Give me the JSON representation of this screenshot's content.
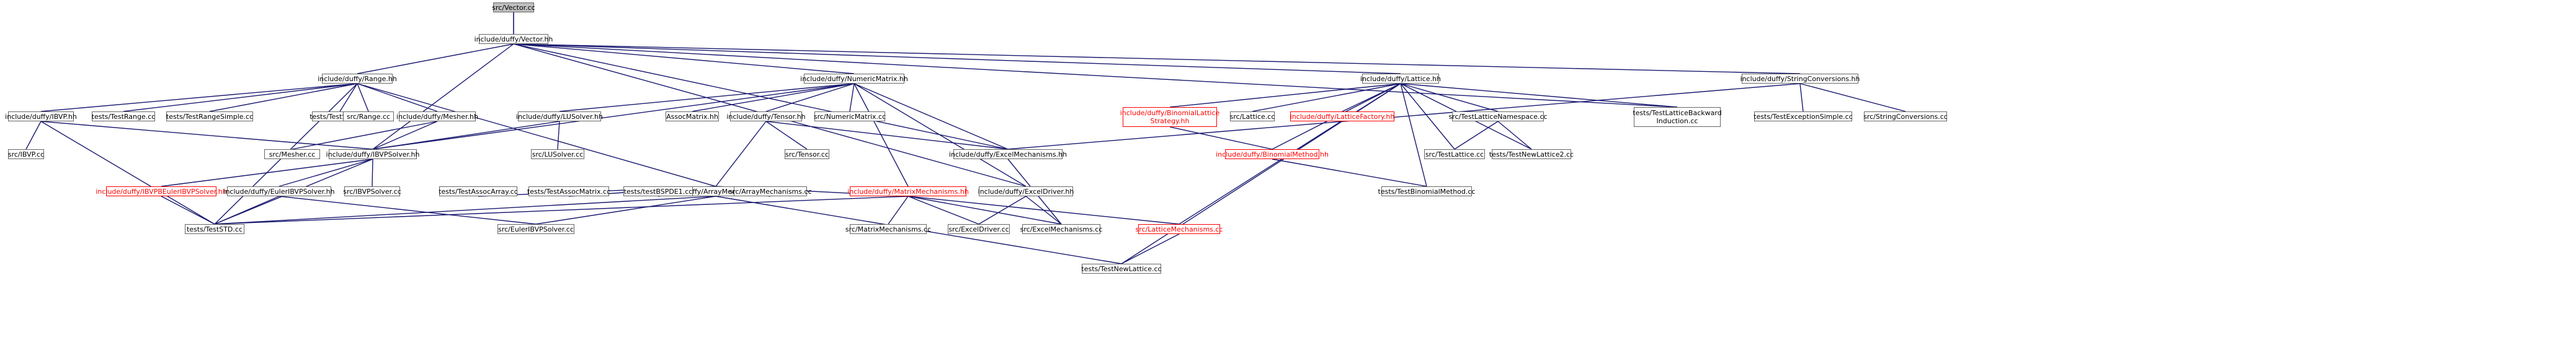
{
  "colors": {
    "edge": "#191970",
    "node_border": "#666666",
    "red_node": "#ff0000",
    "root_fill": "#bfbfbf"
  },
  "nodes": [
    {
      "id": "vector_cc",
      "label": "src/Vector.cc",
      "root": true
    },
    {
      "id": "vector_hh",
      "label": "include/duffy/Vector.hh"
    },
    {
      "id": "range_hh",
      "label": "include/duffy/Range.hh"
    },
    {
      "id": "numericmatrix_hh",
      "label": "include/duffy/NumericMatrix.hh"
    },
    {
      "id": "lattice_hh",
      "label": "include/duffy/Lattice.hh"
    },
    {
      "id": "stringconv_hh",
      "label": "include/duffy/StringConversions.hh"
    },
    {
      "id": "ibvp_hh",
      "label": "include/duffy/IBVP.hh"
    },
    {
      "id": "testrange_cc",
      "label": "tests/TestRange.cc"
    },
    {
      "id": "testrangesimple_cc",
      "label": "tests/TestRangeSimple.cc"
    },
    {
      "id": "testswap_cc",
      "label": "tests/TestSwap.cc"
    },
    {
      "id": "range_cc",
      "label": "src/Range.cc"
    },
    {
      "id": "mesher_hh",
      "label": "include/duffy/Mesher.hh"
    },
    {
      "id": "lusolver_hh",
      "label": "include/duffy/LUSolver.hh"
    },
    {
      "id": "assocmatrix_hh",
      "label": "AssocMatrix.hh"
    },
    {
      "id": "tensor_hh",
      "label": "include/duffy/Tensor.hh"
    },
    {
      "id": "numericmatrix_cc",
      "label": "src/NumericMatrix.cc"
    },
    {
      "id": "binomiallattice_hh",
      "label": "include/duffy/BinomialLattice\nStrategy.hh",
      "red": true
    },
    {
      "id": "lattice_cc",
      "label": "src/Lattice.cc"
    },
    {
      "id": "latticefactory_hh",
      "label": "include/duffy/LatticeFactory.hh",
      "red": true
    },
    {
      "id": "testlatticens_cc",
      "label": "src/TestLatticeNamespace.cc"
    },
    {
      "id": "testlatticebi_cc",
      "label": "tests/TestLatticeBackward\nInduction.cc"
    },
    {
      "id": "testexceptionsimple_cc",
      "label": "tests/TestExceptionSimple.cc"
    },
    {
      "id": "stringconv_cc",
      "label": "src/StringConversions.cc"
    },
    {
      "id": "ibvp_cc",
      "label": "src/IBVP.cc"
    },
    {
      "id": "mesher_cc",
      "label": "src/Mesher.cc"
    },
    {
      "id": "ibvpsolver_hh",
      "label": "include/duffy/IBVPSolver.hh"
    },
    {
      "id": "lusolver_cc",
      "label": "src/LUSolver.cc"
    },
    {
      "id": "arraymech_hh",
      "label": "include/duffy/ArrayMechanisms.hh"
    },
    {
      "id": "tensor_cc",
      "label": "src/Tensor.cc"
    },
    {
      "id": "excelmech_hh",
      "label": "include/duffy/ExcelMechanisms.hh"
    },
    {
      "id": "binomialmethod_hh",
      "label": "include/duffy/BinomialMethod.hh",
      "red": true
    },
    {
      "id": "testlattice_cc",
      "label": "src/TestLattice.cc"
    },
    {
      "id": "testnewlattice2_cc",
      "label": "tests/TestNewLattice2.cc"
    },
    {
      "id": "ibvpsolver_cc",
      "label": "src/IBVPSolver.cc"
    },
    {
      "id": "testassocarray_cc",
      "label": "tests/TestAssocArray.cc"
    },
    {
      "id": "testassocmatrix_cc",
      "label": "tests/TestAssocMatrix.cc"
    },
    {
      "id": "testbspde1_cc",
      "label": "tests/testBSPDE1.cc"
    },
    {
      "id": "arraymech_cc",
      "label": "src/ArrayMechanisms.cc"
    },
    {
      "id": "matrixmech_hh",
      "label": "include/duffy/MatrixMechanisms.hh",
      "red": true
    },
    {
      "id": "exceldriver_hh",
      "label": "include/duffy/ExcelDriver.hh"
    },
    {
      "id": "testbinomialmethod_cc",
      "label": "tests/TestBinomialMethod.cc"
    },
    {
      "id": "ibvpbe_hh",
      "label": "include/duffy/IBVPBEulerIBVPSolver.hh",
      "red": true
    },
    {
      "id": "ibvpeuler_hh",
      "label": "include/duffy/EulerIBVPSolver.hh"
    },
    {
      "id": "teststd_cc",
      "label": "tests/TestSTD.cc"
    },
    {
      "id": "eulerbvpsolver_cc",
      "label": "src/EulerIBVPSolver.cc"
    },
    {
      "id": "matrixmech_cc",
      "label": "src/MatrixMechanisms.cc"
    },
    {
      "id": "exceldriver_cc",
      "label": "src/ExcelDriver.cc"
    },
    {
      "id": "excelmech_cc",
      "label": "src/ExcelMechanisms.cc"
    },
    {
      "id": "latticemech_cc",
      "label": "src/LatticeMechanisms.cc",
      "red": true
    },
    {
      "id": "testnewlattice_cc",
      "label": "tests/TestNewLattice.cc"
    }
  ],
  "edges": [
    [
      "vector_cc",
      "vector_hh"
    ],
    [
      "vector_hh",
      "vector_cc"
    ],
    [
      "vector_hh",
      "range_hh"
    ],
    [
      "vector_hh",
      "numericmatrix_hh"
    ],
    [
      "vector_hh",
      "lattice_hh"
    ],
    [
      "vector_hh",
      "stringconv_hh"
    ],
    [
      "vector_hh",
      "excelmech_hh"
    ],
    [
      "vector_hh",
      "exceldriver_hh"
    ],
    [
      "vector_hh",
      "testlatticebi_cc"
    ],
    [
      "vector_hh",
      "ibvpsolver_hh"
    ],
    [
      "range_hh",
      "ibvp_hh"
    ],
    [
      "range_hh",
      "testrange_cc"
    ],
    [
      "range_hh",
      "testrangesimple_cc"
    ],
    [
      "range_hh",
      "testswap_cc"
    ],
    [
      "range_hh",
      "range_cc"
    ],
    [
      "range_hh",
      "mesher_hh"
    ],
    [
      "range_hh",
      "arraymech_hh"
    ],
    [
      "range_hh",
      "teststd_cc"
    ],
    [
      "numericmatrix_hh",
      "lusolver_hh"
    ],
    [
      "numericmatrix_hh",
      "assocmatrix_hh"
    ],
    [
      "numericmatrix_hh",
      "tensor_hh"
    ],
    [
      "numericmatrix_hh",
      "numericmatrix_cc"
    ],
    [
      "numericmatrix_hh",
      "excelmech_hh"
    ],
    [
      "numericmatrix_hh",
      "matrixmech_hh"
    ],
    [
      "numericmatrix_hh",
      "exceldriver_hh"
    ],
    [
      "numericmatrix_hh",
      "ibvpsolver_hh"
    ],
    [
      "lattice_hh",
      "binomiallattice_hh"
    ],
    [
      "lattice_hh",
      "lattice_cc"
    ],
    [
      "lattice_hh",
      "latticefactory_hh"
    ],
    [
      "lattice_hh",
      "testlatticens_cc"
    ],
    [
      "lattice_hh",
      "testlatticebi_cc"
    ],
    [
      "lattice_hh",
      "binomialmethod_hh"
    ],
    [
      "lattice_hh",
      "testlattice_cc"
    ],
    [
      "lattice_hh",
      "testnewlattice2_cc"
    ],
    [
      "lattice_hh",
      "latticemech_cc"
    ],
    [
      "lattice_hh",
      "testnewlattice_cc"
    ],
    [
      "lattice_hh",
      "testbinomialmethod_cc"
    ],
    [
      "stringconv_hh",
      "testexceptionsimple_cc"
    ],
    [
      "stringconv_hh",
      "stringconv_cc"
    ],
    [
      "stringconv_hh",
      "excelmech_hh"
    ],
    [
      "ibvp_hh",
      "ibvp_cc"
    ],
    [
      "ibvp_hh",
      "ibvpsolver_hh"
    ],
    [
      "ibvp_hh",
      "teststd_cc"
    ],
    [
      "mesher_hh",
      "mesher_cc"
    ],
    [
      "mesher_hh",
      "ibvpsolver_hh"
    ],
    [
      "lusolver_hh",
      "lusolver_cc"
    ],
    [
      "lusolver_hh",
      "ibvpsolver_hh"
    ],
    [
      "tensor_hh",
      "arraymech_hh"
    ],
    [
      "tensor_hh",
      "tensor_cc"
    ],
    [
      "tensor_hh",
      "excelmech_hh"
    ],
    [
      "binomiallattice_hh",
      "binomialmethod_hh"
    ],
    [
      "testlatticens_cc",
      "testlattice_cc"
    ],
    [
      "testlatticens_cc",
      "testnewlattice2_cc"
    ],
    [
      "binomialmethod_hh",
      "testbinomialmethod_cc"
    ],
    [
      "ibvpsolver_hh",
      "ibvpsolver_cc"
    ],
    [
      "ibvpsolver_hh",
      "ibvpbe_hh"
    ],
    [
      "ibvpsolver_hh",
      "ibvpeuler_hh"
    ],
    [
      "ibvpsolver_hh",
      "teststd_cc"
    ],
    [
      "arraymech_hh",
      "testassocarray_cc"
    ],
    [
      "arraymech_hh",
      "testassocmatrix_cc"
    ],
    [
      "arraymech_hh",
      "testbspde1_cc"
    ],
    [
      "arraymech_hh",
      "arraymech_cc"
    ],
    [
      "arraymech_hh",
      "matrixmech_hh"
    ],
    [
      "arraymech_hh",
      "eulerbvpsolver_cc"
    ],
    [
      "arraymech_hh",
      "teststd_cc"
    ],
    [
      "arraymech_hh",
      "testnewlattice_cc"
    ],
    [
      "excelmech_hh",
      "excelmech_cc"
    ],
    [
      "matrixmech_hh",
      "matrixmech_cc"
    ],
    [
      "matrixmech_hh",
      "exceldriver_cc"
    ],
    [
      "matrixmech_hh",
      "excelmech_cc"
    ],
    [
      "matrixmech_hh",
      "latticemech_cc"
    ],
    [
      "matrixmech_hh",
      "teststd_cc"
    ],
    [
      "exceldriver_hh",
      "exceldriver_cc"
    ],
    [
      "exceldriver_hh",
      "excelmech_cc"
    ],
    [
      "ibvpbe_hh",
      "teststd_cc"
    ],
    [
      "ibvpeuler_hh",
      "teststd_cc"
    ],
    [
      "ibvpeuler_hh",
      "eulerbvpsolver_cc"
    ],
    [
      "latticemech_cc",
      "testnewlattice_cc"
    ]
  ]
}
